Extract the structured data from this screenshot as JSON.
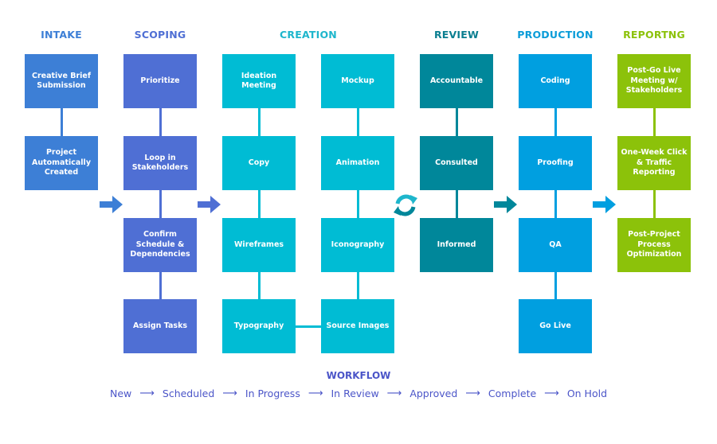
{
  "columns": [
    {
      "title": "INTAKE",
      "color": "#3d7fd6"
    },
    {
      "title": "SCOPING",
      "color": "#4f6fd4"
    },
    {
      "title": "CREATION",
      "color": "#00bcd4"
    },
    {
      "title": "REVIEW",
      "color": "#00879a"
    },
    {
      "title": "PRODUCTION",
      "color": "#009fe0"
    },
    {
      "title": "REPORTNG",
      "color": "#8cc20a"
    }
  ],
  "header_colors": {
    "intake": "#3d7fd6",
    "scoping": "#4f6fd4",
    "creation": "#1eb6cc",
    "review": "#0a7e90",
    "production": "#0a9cd8",
    "reporting": "#8cc20a"
  },
  "intake": [
    "Creative Brief Submission",
    "Project Automatically Created"
  ],
  "scoping": [
    "Prioritize",
    "Loop in Stakeholders",
    "Confirm Schedule & Dependencies",
    "Assign Tasks"
  ],
  "creation_a": [
    "Ideation Meeting",
    "Copy",
    "Wireframes",
    "Typography"
  ],
  "creation_b": [
    "Mockup",
    "Animation",
    "Iconography",
    "Source Images"
  ],
  "review": [
    "Accountable",
    "Consulted",
    "Informed"
  ],
  "production": [
    "Coding",
    "Proofing",
    "QA",
    "Go Live"
  ],
  "reporting": [
    "Post-Go Live Meeting w/ Stakeholders",
    "One-Week Click & Traffic Reporting",
    "Post-Project Process Optimization"
  ],
  "workflow": {
    "title": "WORKFLOW",
    "steps": [
      "New",
      "Scheduled",
      "In Progress",
      "In Review",
      "Approved",
      "Complete",
      "On Hold"
    ],
    "arrow": "⟶"
  }
}
